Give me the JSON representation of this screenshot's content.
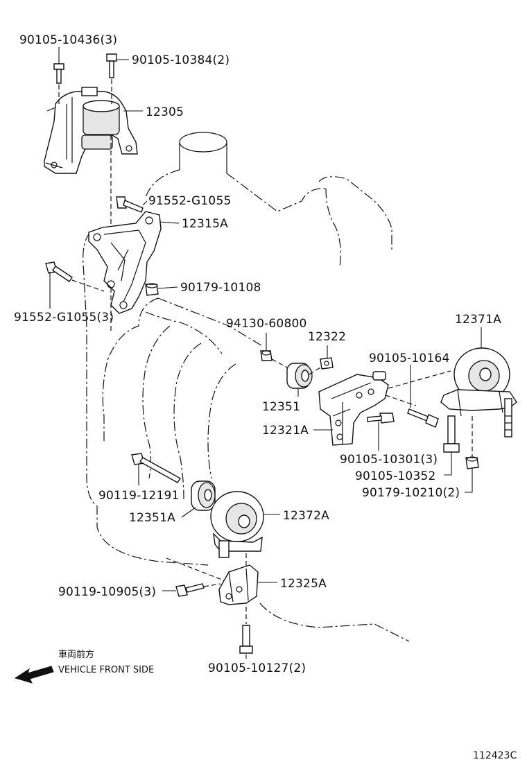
{
  "labels": [
    {
      "id": "p-90105-10436",
      "text": "90105-10436(3)"
    },
    {
      "id": "p-90105-10384",
      "text": "90105-10384(2)"
    },
    {
      "id": "p-12305",
      "text": "12305"
    },
    {
      "id": "p-91552-g1055-a",
      "text": "91552-G1055"
    },
    {
      "id": "p-12315a",
      "text": "12315A"
    },
    {
      "id": "p-90179-10108",
      "text": "90179-10108"
    },
    {
      "id": "p-91552-g1055-b",
      "text": "91552-G1055(3)"
    },
    {
      "id": "p-94130-60800",
      "text": "94130-60800"
    },
    {
      "id": "p-12322",
      "text": "12322"
    },
    {
      "id": "p-12371a",
      "text": "12371A"
    },
    {
      "id": "p-90105-10164",
      "text": "90105-10164"
    },
    {
      "id": "p-12351",
      "text": "12351"
    },
    {
      "id": "p-12321a",
      "text": "12321A"
    },
    {
      "id": "p-90105-10301",
      "text": "90105-10301(3)"
    },
    {
      "id": "p-90105-10352",
      "text": "90105-10352"
    },
    {
      "id": "p-90179-10210",
      "text": "90179-10210(2)"
    },
    {
      "id": "p-90119-12191",
      "text": "90119-12191"
    },
    {
      "id": "p-12351a",
      "text": "12351A"
    },
    {
      "id": "p-12372a",
      "text": "12372A"
    },
    {
      "id": "p-90119-10905",
      "text": "90119-10905(3)"
    },
    {
      "id": "p-12325a",
      "text": "12325A"
    },
    {
      "id": "p-90105-10127",
      "text": "90105-10127(2)"
    }
  ],
  "legend": {
    "japanese": "車両前方",
    "english": "VEHICLE FRONT SIDE"
  },
  "diagram_code": "112423C"
}
